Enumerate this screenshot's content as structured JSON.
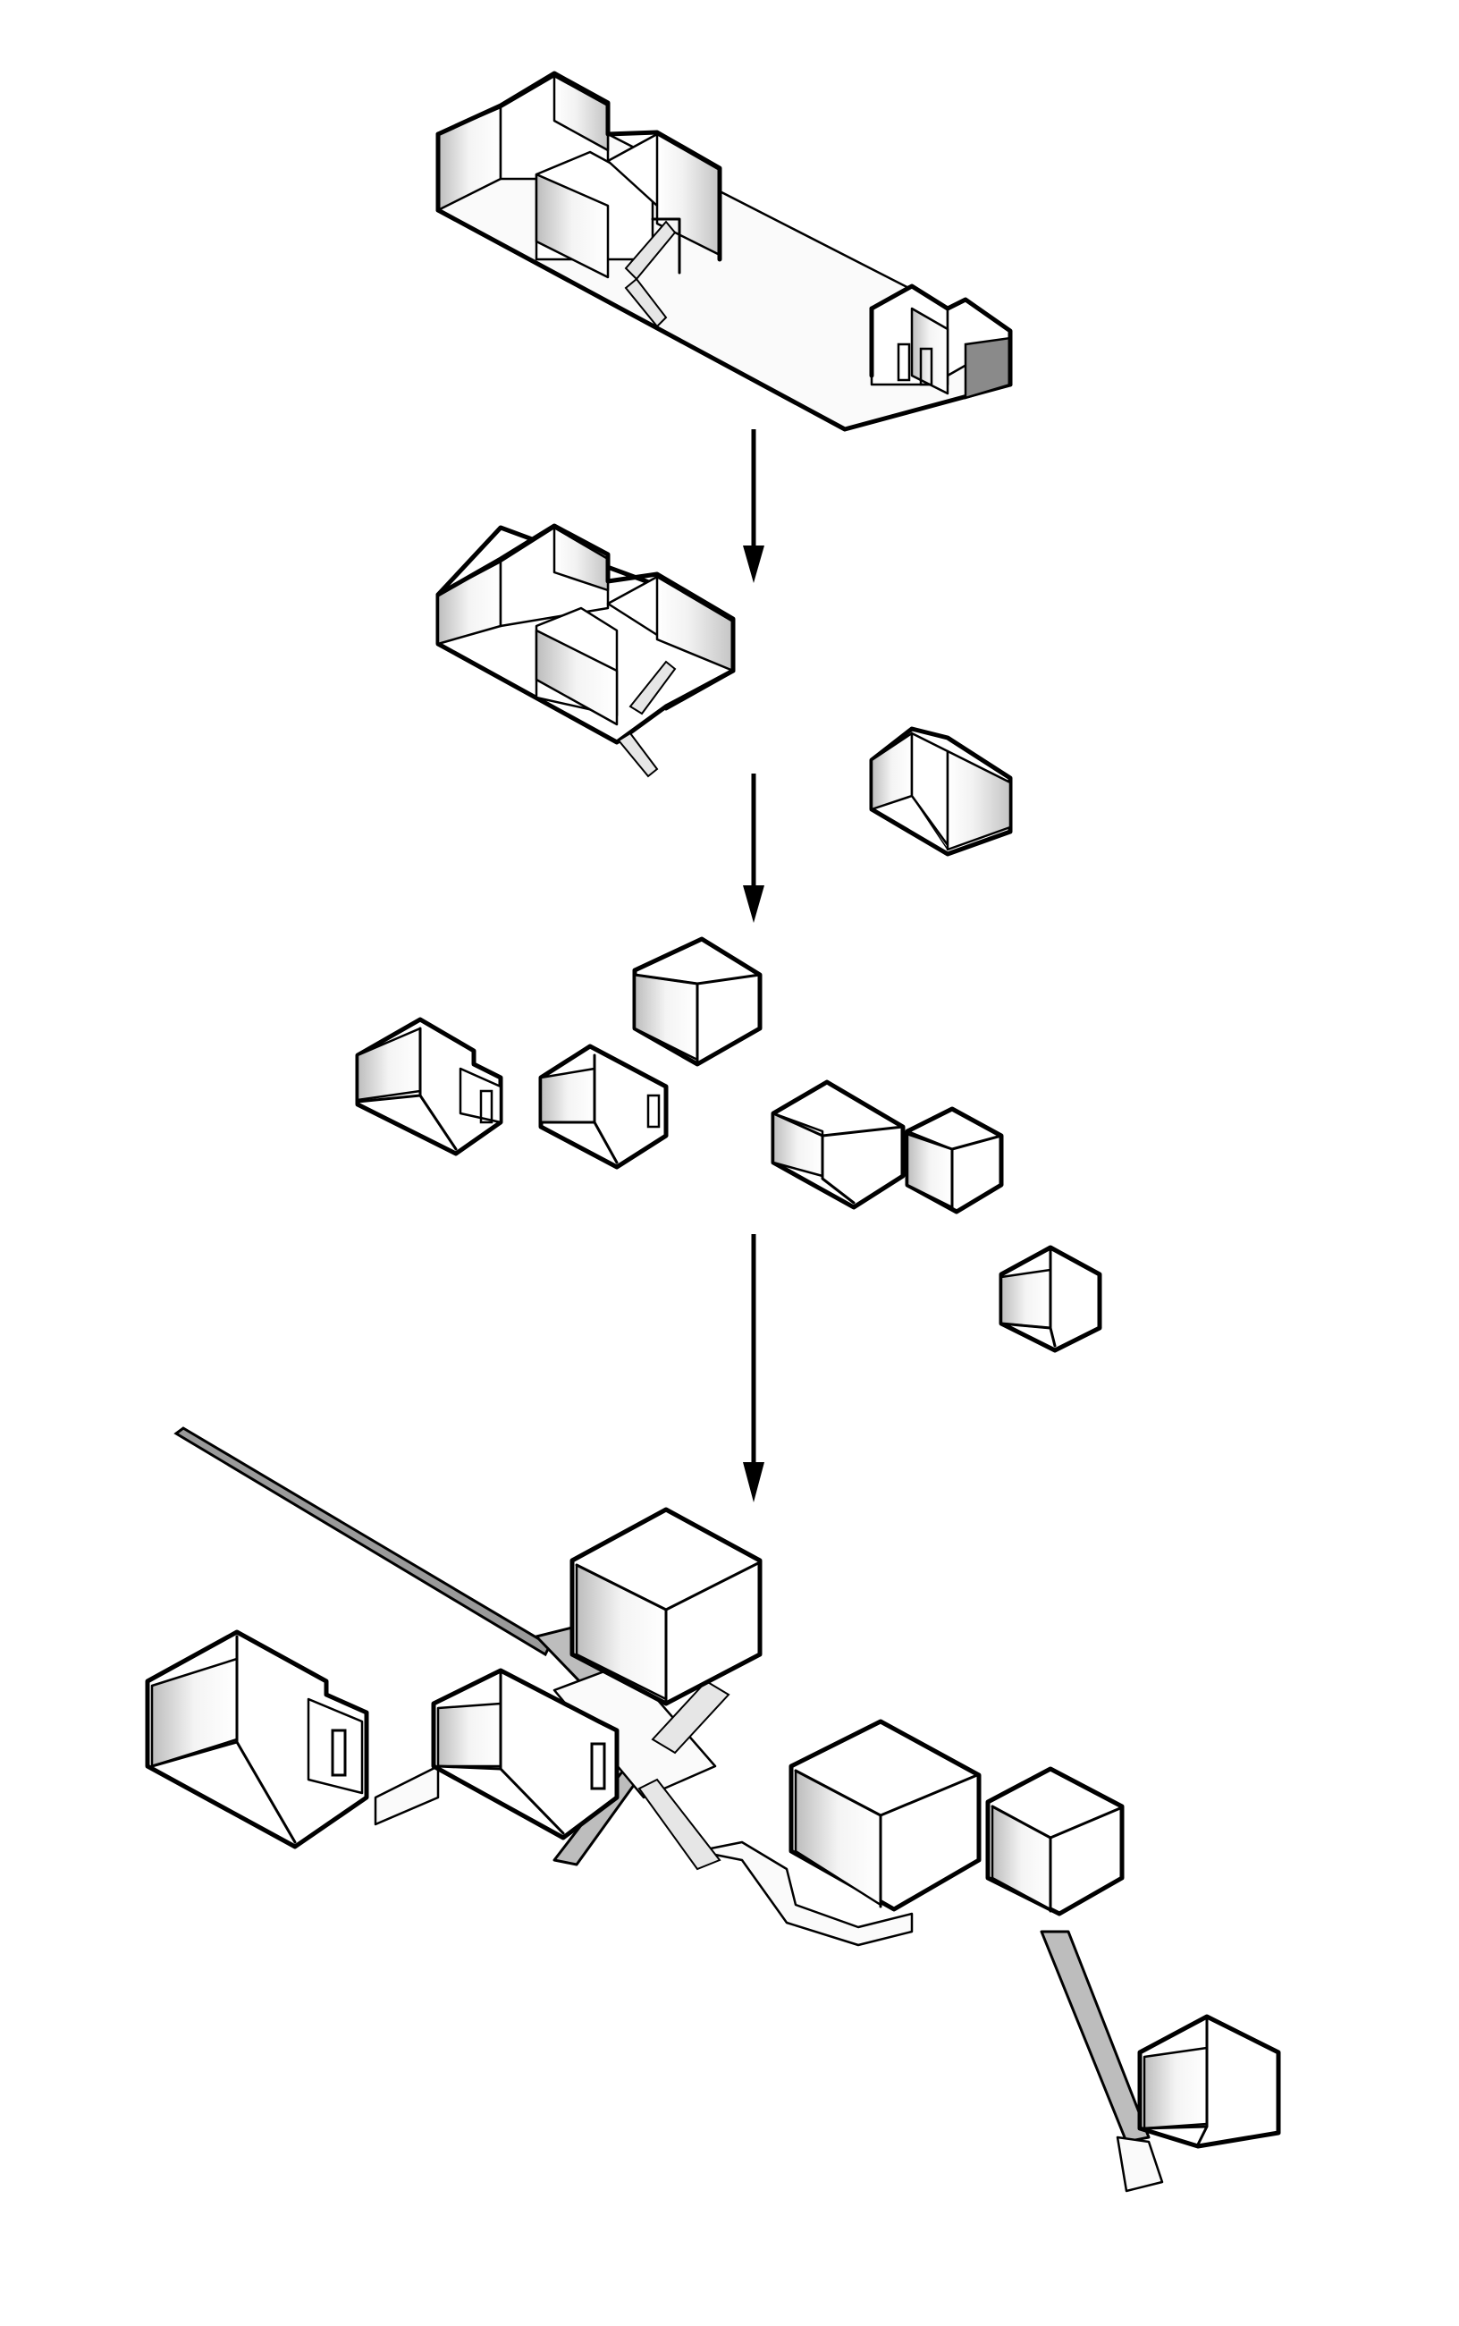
{
  "colors": {
    "line": "#000000",
    "background": "#ffffff",
    "ramp": "#bdbdbd",
    "dark_wall": "#8a8a8a"
  },
  "stages": [
    {
      "id": "stage-1"
    },
    {
      "id": "stage-2"
    },
    {
      "id": "stage-3"
    },
    {
      "id": "stage-4"
    }
  ],
  "arrows": [
    {
      "id": "arrow-1"
    },
    {
      "id": "arrow-2"
    },
    {
      "id": "arrow-3"
    }
  ]
}
